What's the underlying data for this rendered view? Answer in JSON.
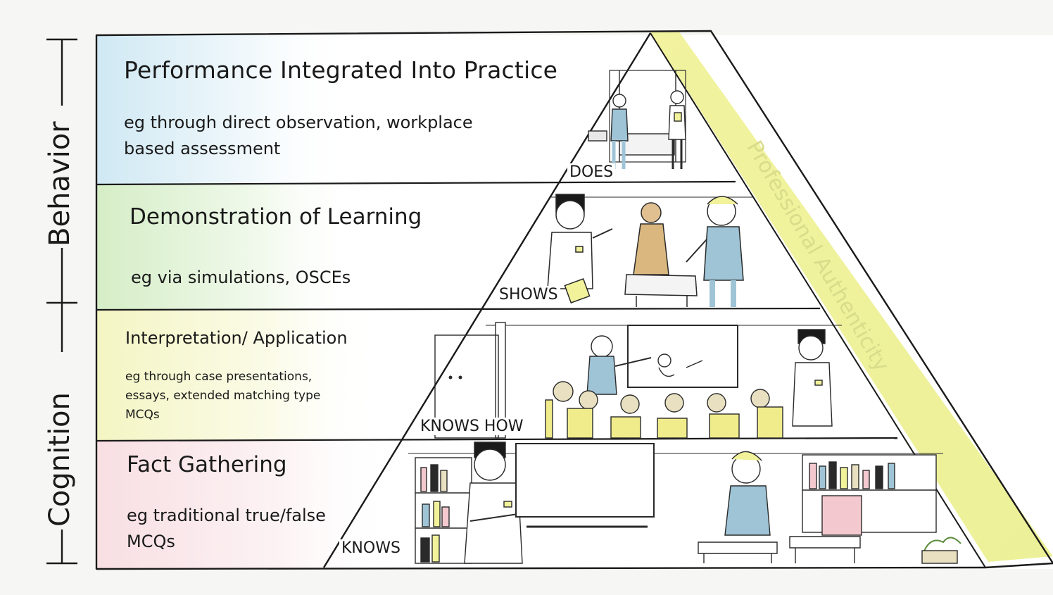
{
  "axis": {
    "cognition": "Cognition",
    "behavior": "Behavior"
  },
  "diagonal_band": {
    "label": "Professional Authenticity"
  },
  "levels": [
    {
      "level": "DOES",
      "title": "Performance Integrated Into Practice",
      "description_lines": [
        "eg through direct observation, workplace",
        "based assessment"
      ],
      "color": "#a9d6ea"
    },
    {
      "level": "SHOWS",
      "title": "Demonstration of Learning",
      "description_lines": [
        "eg via simulations, OSCEs"
      ],
      "color": "#b9e2a1"
    },
    {
      "level": "KNOWS HOW",
      "title": "Interpretation/ Application",
      "description_lines": [
        "eg through case presentations,",
        "essays, extended matching type",
        "MCQs"
      ],
      "color": "#eef0a3"
    },
    {
      "level": "KNOWS",
      "title": "Fact Gathering",
      "description_lines": [
        "eg traditional true/false",
        "MCQs"
      ],
      "color": "#f3c9cf"
    }
  ],
  "colors": {
    "band": "#f1f29a",
    "ink": "#1a1a1a",
    "chair": "#f0ec8c",
    "scrub": "#9ec4d6"
  }
}
